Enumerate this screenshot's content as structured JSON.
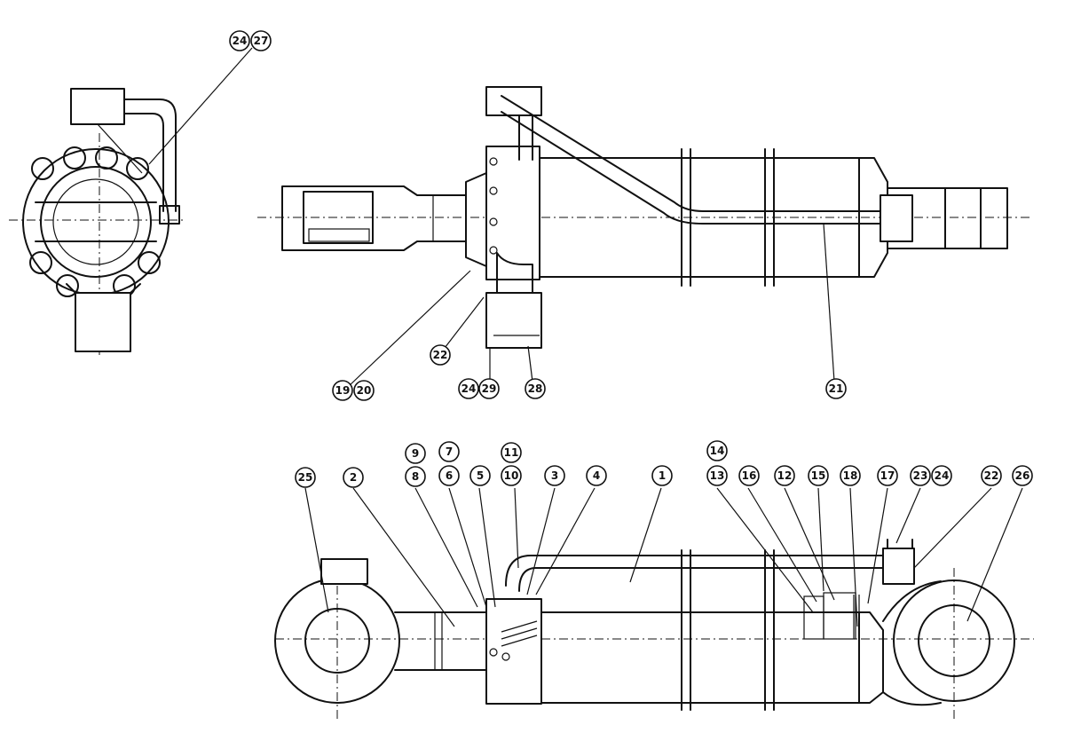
{
  "callouts": [
    {
      "label": "24"
    },
    {
      "label": "27"
    },
    {
      "label": "22"
    },
    {
      "label": "19"
    },
    {
      "label": "20"
    },
    {
      "label": "24"
    },
    {
      "label": "29"
    },
    {
      "label": "28"
    },
    {
      "label": "21"
    },
    {
      "label": "9"
    },
    {
      "label": "8"
    },
    {
      "label": "7"
    },
    {
      "label": "6"
    },
    {
      "label": "5"
    },
    {
      "label": "11"
    },
    {
      "label": "10"
    },
    {
      "label": "3"
    },
    {
      "label": "4"
    },
    {
      "label": "1"
    },
    {
      "label": "14"
    },
    {
      "label": "13"
    },
    {
      "label": "16"
    },
    {
      "label": "12"
    },
    {
      "label": "15"
    },
    {
      "label": "18"
    },
    {
      "label": "17"
    },
    {
      "label": "23"
    },
    {
      "label": "24"
    },
    {
      "label": "22"
    },
    {
      "label": "26"
    },
    {
      "label": "25"
    },
    {
      "label": "2"
    }
  ]
}
